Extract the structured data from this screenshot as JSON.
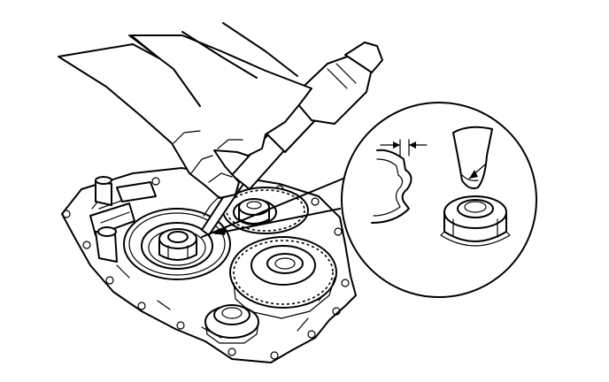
{
  "figure": {
    "text": [],
    "parts": [
      "transaxle-case",
      "hammer",
      "punch",
      "hand",
      "lock-nut",
      "gear",
      "detail-magnifier"
    ],
    "detail_view": {
      "parts": [
        "staked-nut-flange-profile",
        "punch-tip",
        "lock-nut-closeup"
      ],
      "dimension_marker": "clearance-between-arrows"
    }
  }
}
